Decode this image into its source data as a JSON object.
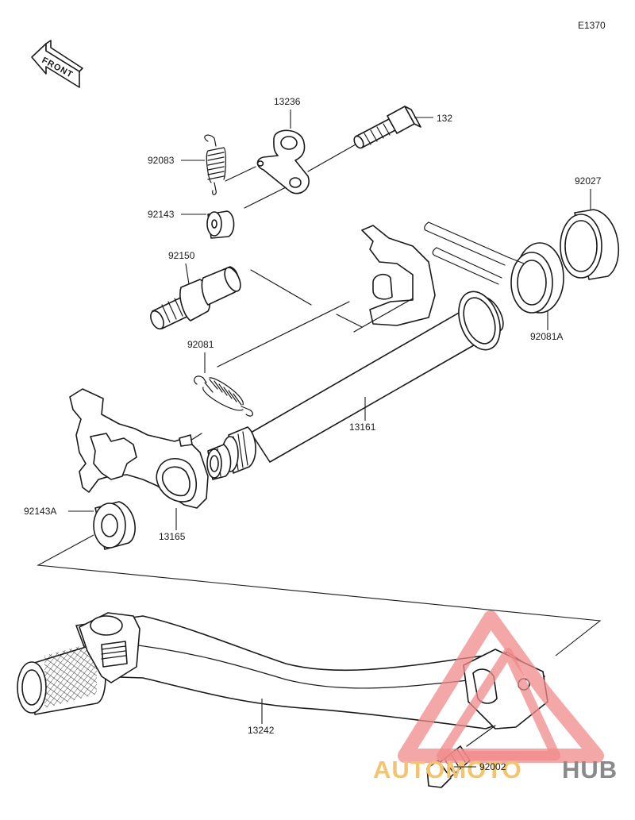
{
  "diagram_code": "E1370",
  "front_label": "FRONT",
  "watermark": {
    "part1": "AUTOMOTO",
    "part2": "HUB"
  },
  "parts": [
    {
      "id": "13236",
      "label": "13236"
    },
    {
      "id": "132",
      "label": "132"
    },
    {
      "id": "92083",
      "label": "92083"
    },
    {
      "id": "92143",
      "label": "92143"
    },
    {
      "id": "92027",
      "label": "92027"
    },
    {
      "id": "92150",
      "label": "92150"
    },
    {
      "id": "92081A",
      "label": "92081A"
    },
    {
      "id": "92081",
      "label": "92081"
    },
    {
      "id": "13161",
      "label": "13161"
    },
    {
      "id": "92143A",
      "label": "92143A"
    },
    {
      "id": "13165",
      "label": "13165"
    },
    {
      "id": "13242",
      "label": "13242"
    },
    {
      "id": "92002",
      "label": "92002"
    }
  ]
}
